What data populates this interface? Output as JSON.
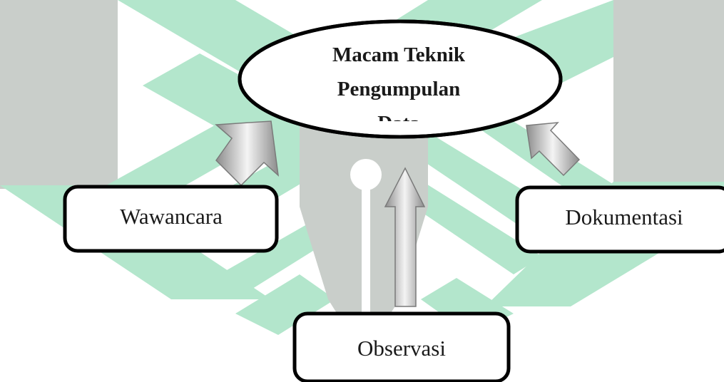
{
  "diagram": {
    "center": {
      "lines": [
        "Macam Teknik",
        "Pengumpulan",
        "Data"
      ]
    },
    "nodes": {
      "left": "Wawancara",
      "right": "Dokumentasi",
      "bottom": "Observasi"
    }
  },
  "colors": {
    "watermark_green": "#b3e6cc",
    "watermark_gray": "#c9ceca",
    "box_stroke": "#000000",
    "arrow_light": "#f2f2f2",
    "arrow_dark": "#8c8c8c"
  }
}
